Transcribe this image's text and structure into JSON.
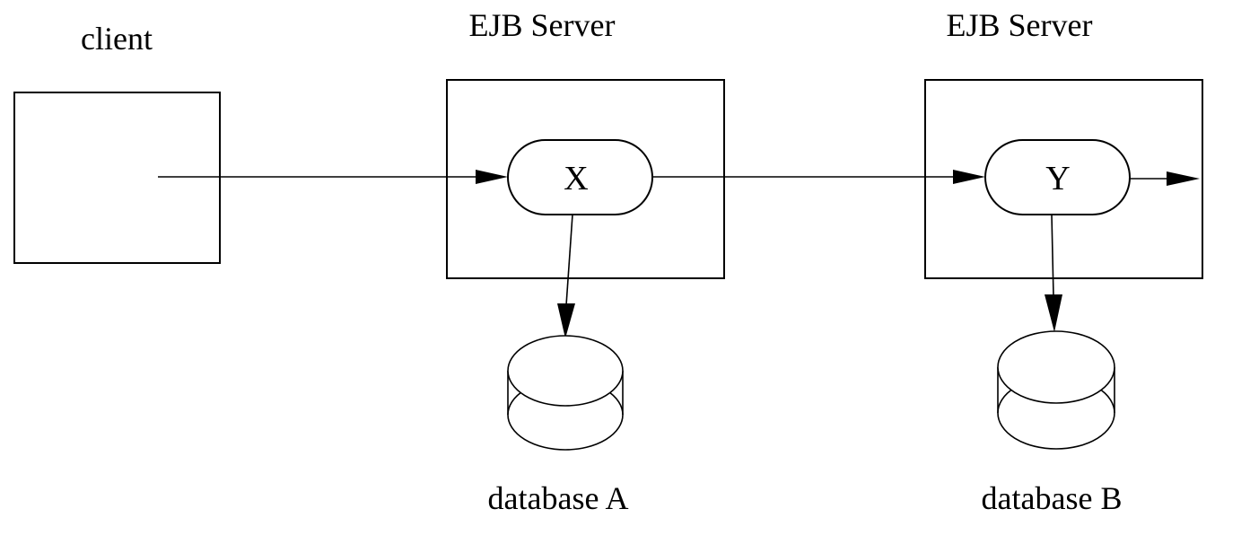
{
  "diagram": {
    "client": {
      "label": "client"
    },
    "servers": [
      {
        "label": "EJB Server",
        "component": "X"
      },
      {
        "label": "EJB Server",
        "component": "Y"
      }
    ],
    "databases": [
      {
        "label": "database A"
      },
      {
        "label": "database B"
      }
    ]
  }
}
